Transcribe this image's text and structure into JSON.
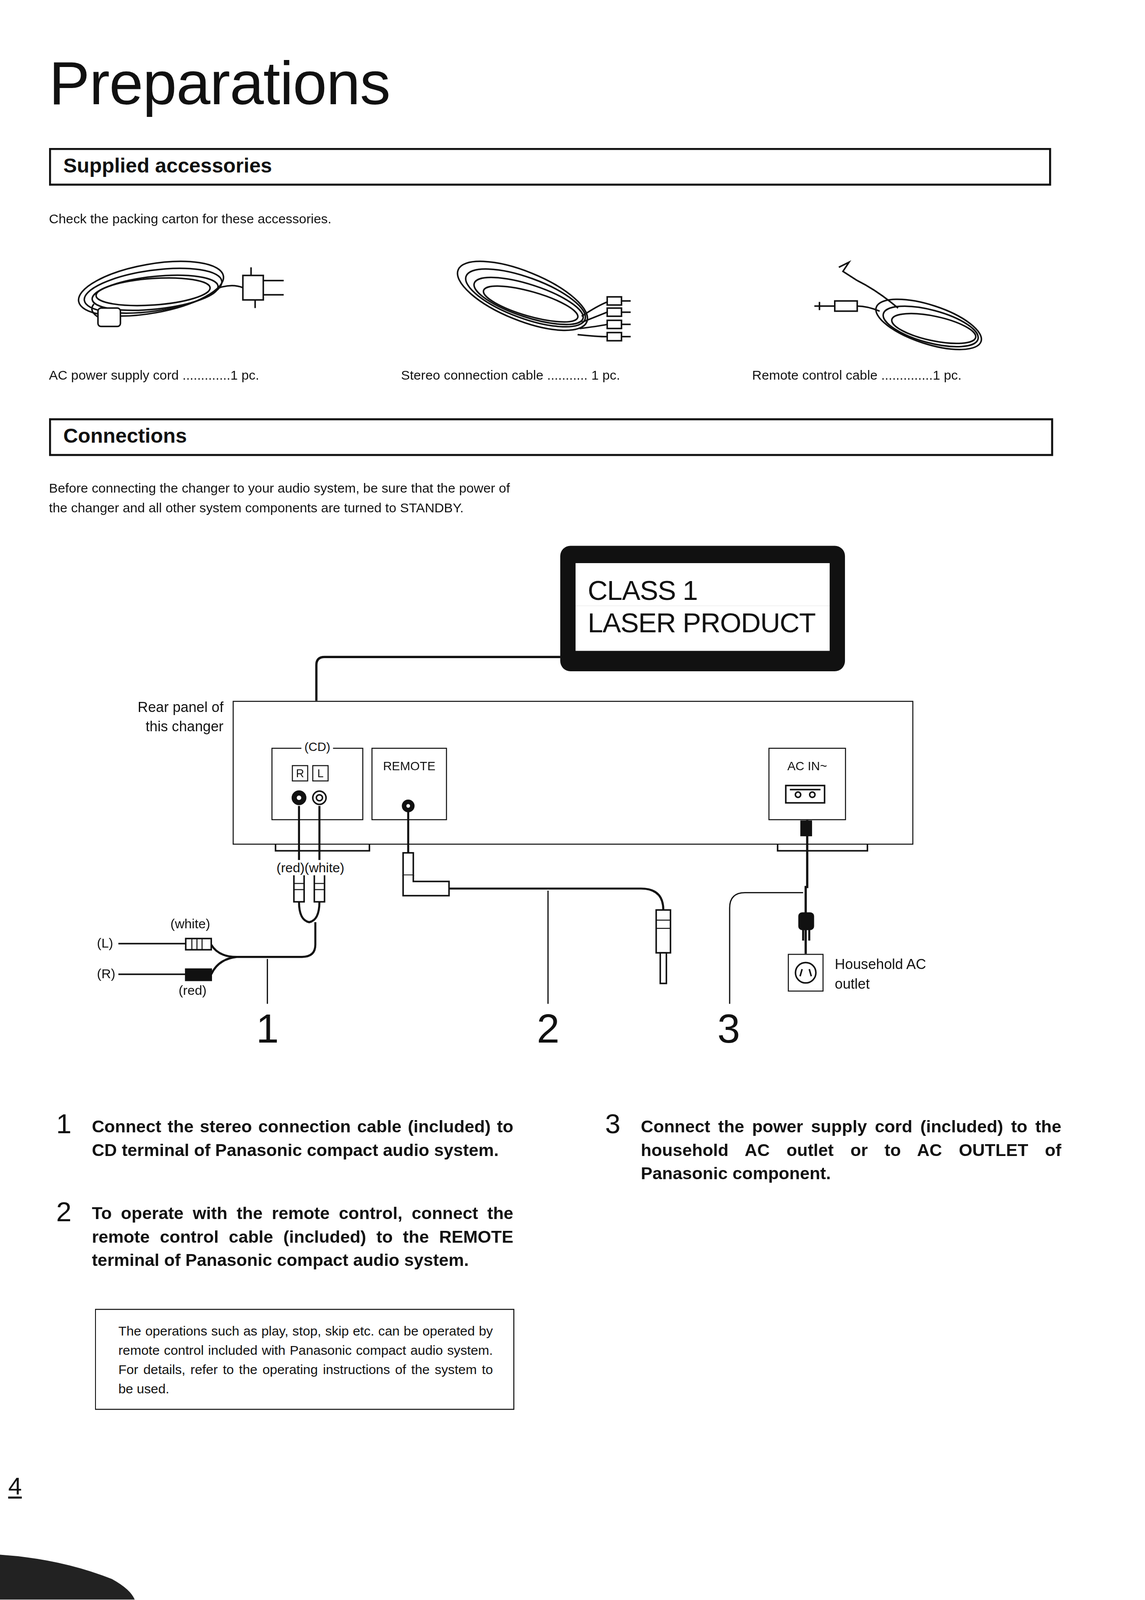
{
  "diagram": {
    "title": "Preparations",
    "nodes": [
      {
        "text": [
          "Supplied accessories"
        ]
      },
      {
        "text": [
          "Connections"
        ]
      },
      {
        "text": [
          "CLASS 1",
          "LASER PRODUCT"
        ]
      },
      {
        "text": [
          "Rear panel of this changer"
        ]
      },
      {
        "text": [
          "(CD)"
        ],
        "in": 3
      },
      {
        "text": [
          "R"
        ],
        "in": 4
      },
      {
        "text": [
          "L"
        ],
        "in": 4
      },
      {
        "text": [
          "REMOTE"
        ],
        "in": 3
      },
      {
        "text": [
          "AC IN~"
        ],
        "in": 3
      },
      {
        "text": [
          "Household AC outlet"
        ]
      },
      {
        "text": [
          "The operations such as play, stop, skip etc. can be operated by remote control included with Panasonic compact audio system. For details, refer to the operating instructions of the system to be used."
        ]
      }
    ],
    "edges": [
      {
        "from": 2,
        "to": 3,
        "arrow": "none"
      },
      {
        "from": 8,
        "to": 9,
        "arrow": "none"
      }
    ],
    "labels": [
      "Check the packing carton for these accessories.",
      "AC power supply cord .............1 pc.",
      "Stereo connection cable ........... 1 pc.",
      "Remote control cable ..............1 pc.",
      "Before connecting the changer to your audio system, be sure that the power of the changer and all other system components are turned to STANDBY.",
      "(red)(white)",
      "(white)",
      "(L)",
      "(R)",
      "(red)",
      "1",
      "2",
      "3",
      "1",
      "Connect the stereo connection cable (included) to CD terminal of Panasonic compact audio system.",
      "2",
      "To operate with the remote control, connect the remote control cable (included) to the REMOTE terminal of Panasonic compact audio system.",
      "3",
      "Connect the power supply cord (included) to the household AC outlet or to AC OUTLET of Panasonic component.",
      "4"
    ]
  }
}
